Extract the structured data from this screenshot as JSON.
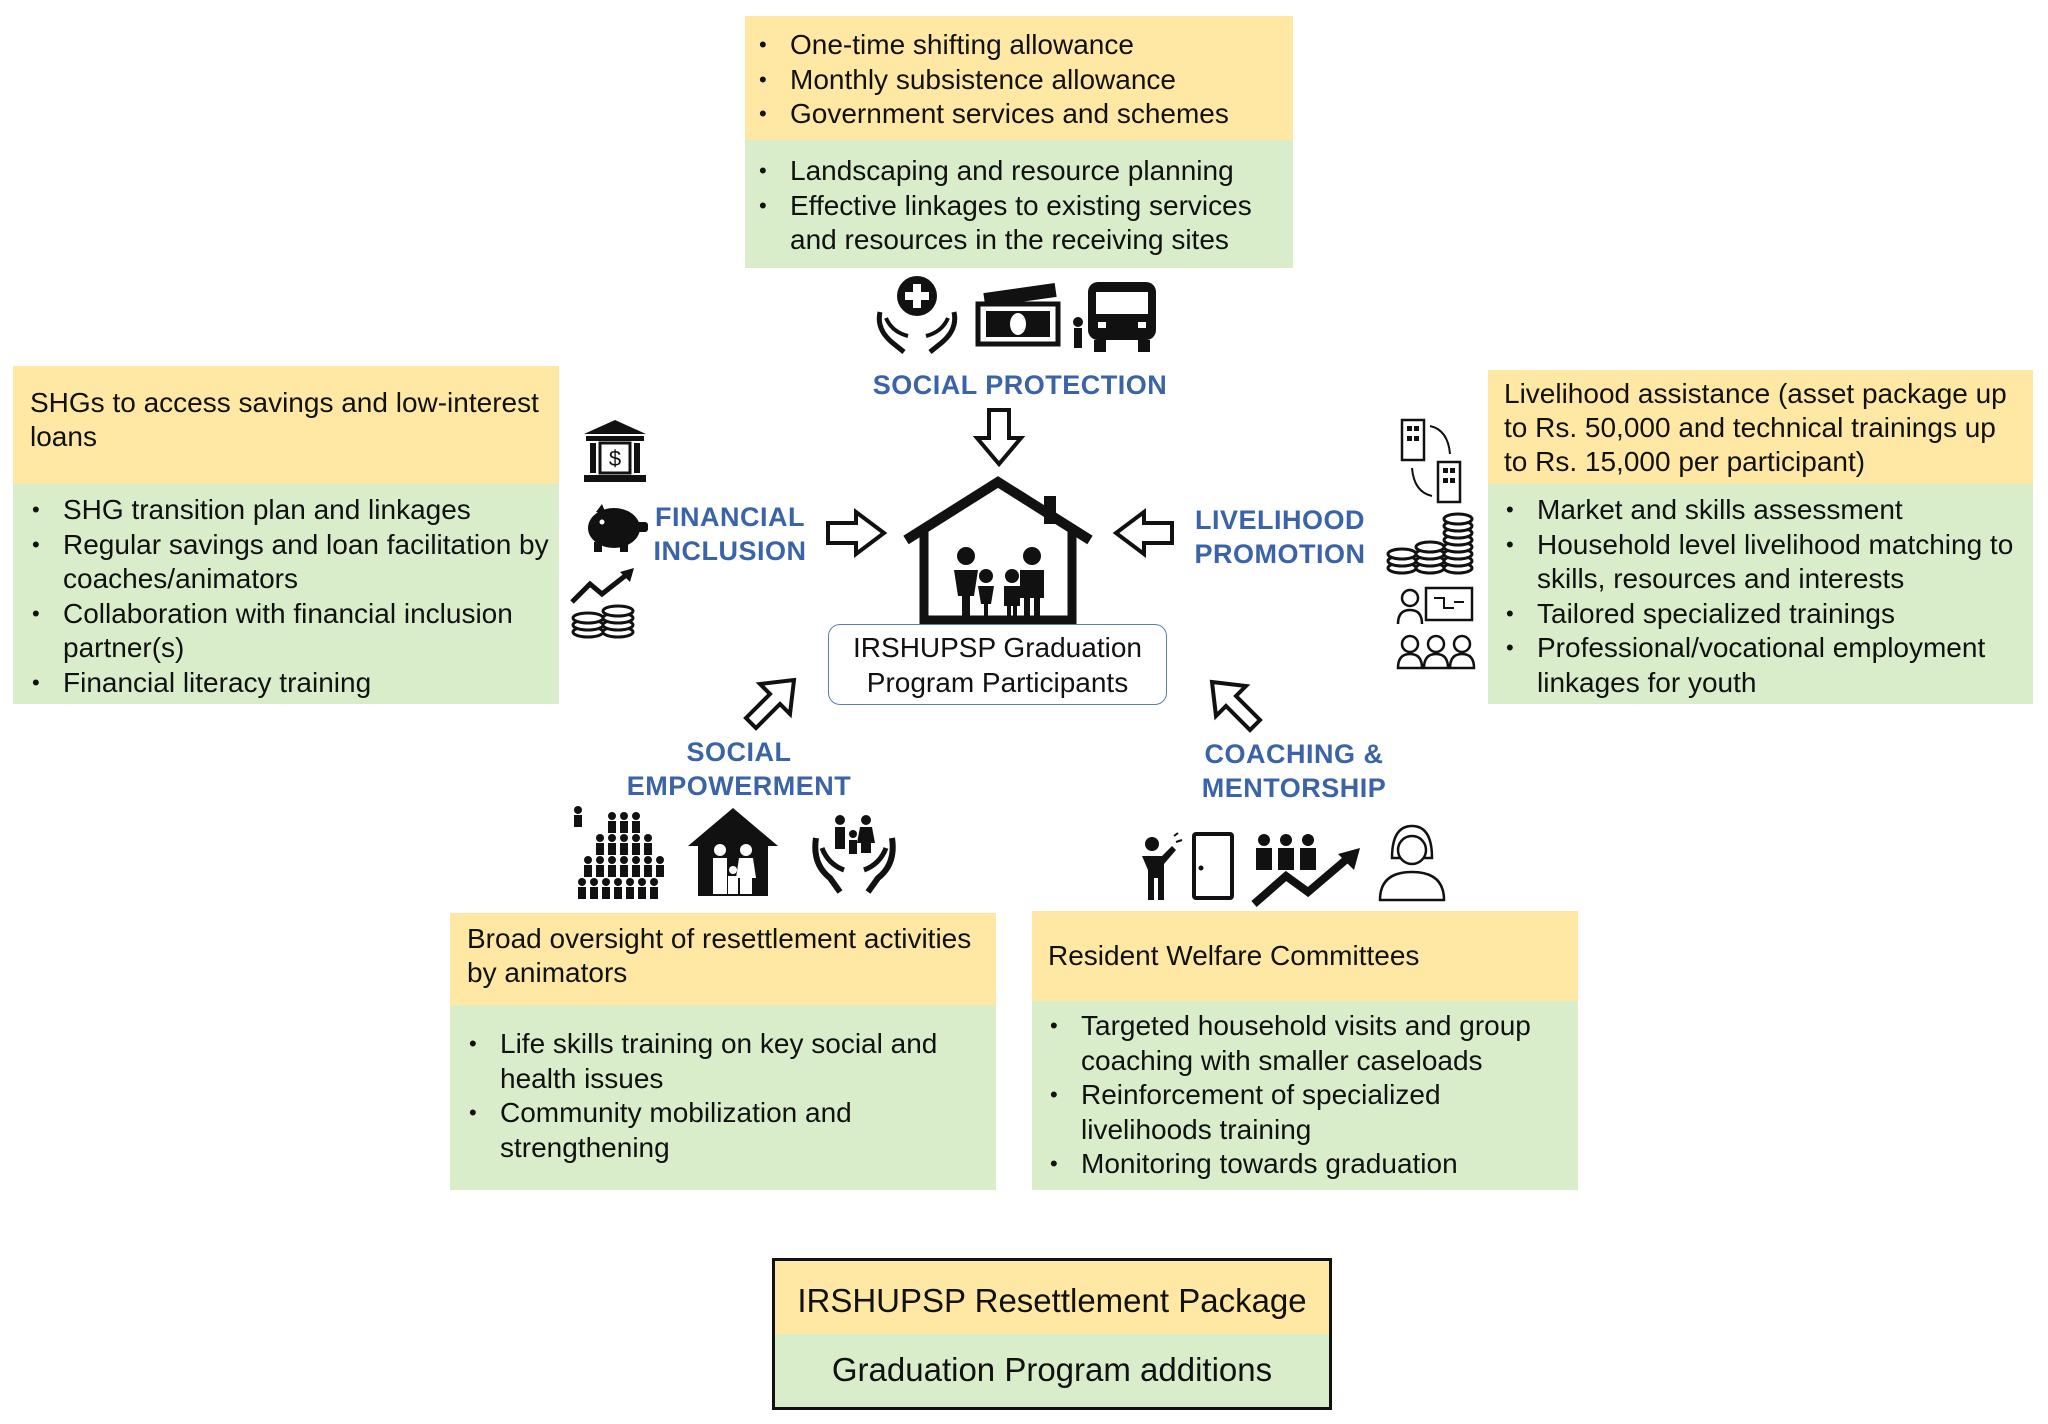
{
  "social_protection": {
    "label": "SOCIAL PROTECTION",
    "package_items": [
      "One-time shifting allowance",
      "Monthly subsistence allowance",
      "Government services and schemes"
    ],
    "graduation_items": [
      "Landscaping and resource planning",
      "Effective linkages to existing services and resources in the receiving sites"
    ],
    "icons": [
      "health-care-hands-icon",
      "cash-icon",
      "school-bus-icon"
    ]
  },
  "financial_inclusion": {
    "label_line1": "FINANCIAL",
    "label_line2": "INCLUSION",
    "package_text": "SHGs to access savings and low-interest loans",
    "graduation_items": [
      "SHG transition plan and linkages",
      "Regular savings and loan facilitation by coaches/animators",
      "Collaboration with financial inclusion partner(s)",
      "Financial literacy training"
    ],
    "icons": [
      "bank-icon",
      "piggy-bank-icon",
      "growth-coins-icon"
    ]
  },
  "livelihood_promotion": {
    "label_line1": "LIVELIHOOD",
    "label_line2": "PROMOTION",
    "package_text": "Livelihood assistance (asset package up to Rs. 50,000 and technical trainings up to Rs. 15,000 per participant)",
    "graduation_items": [
      "Market and skills assessment",
      "Household level livelihood matching to skills, resources and interests",
      "Tailored specialized trainings",
      "Professional/vocational employment linkages for youth"
    ],
    "icons": [
      "buildings-icon",
      "coin-stacks-icon",
      "training-icon"
    ]
  },
  "social_empowerment": {
    "label_line1": "SOCIAL",
    "label_line2": "EMPOWERMENT",
    "package_text": "Broad oversight of resettlement activities by animators",
    "graduation_items": [
      "Life skills training on key social and health issues",
      "Community mobilization and strengthening"
    ],
    "icons": [
      "community-group-icon",
      "family-home-icon",
      "family-hands-icon"
    ]
  },
  "coaching_mentorship": {
    "label_line1": "COACHING &",
    "label_line2": "MENTORSHIP",
    "package_text": "Resident Welfare Committees",
    "graduation_items": [
      "Targeted household visits and group coaching with smaller caseloads",
      "Reinforcement of specialized livelihoods training",
      "Monitoring towards graduation"
    ],
    "icons": [
      "door-knock-icon",
      "group-growth-icon",
      "mentor-icon"
    ]
  },
  "center": {
    "line1": "IRSHUPSP Graduation",
    "line2": "Program Participants"
  },
  "legend": {
    "package": "IRSHUPSP Resettlement Package",
    "graduation": "Graduation Program additions"
  },
  "colors": {
    "package_yellow": "#FFE8A3",
    "graduation_green": "#D9EDCB",
    "label_blue": "#3A63A8"
  }
}
